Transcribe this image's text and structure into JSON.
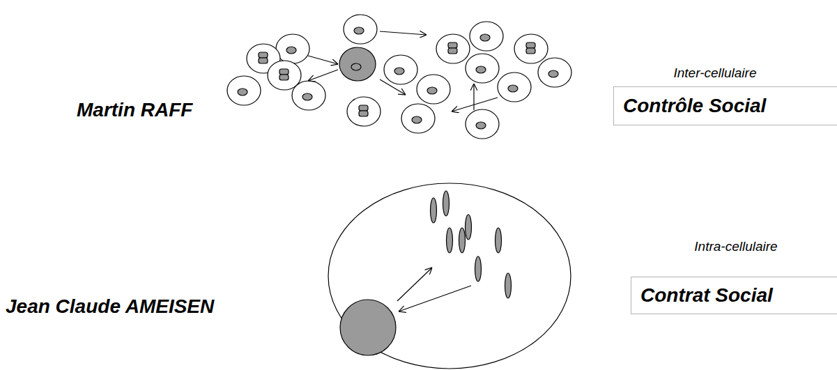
{
  "diagram": {
    "nodes": [
      {
        "text": [
          "Inter-cellulaire",
          "Contrôle Social"
        ]
      },
      {
        "text": [
          "Intra-cellulaire",
          "Contrat Social"
        ]
      }
    ],
    "labels": [
      "Martin RAFF",
      "Jean Claude AMEISEN"
    ]
  }
}
